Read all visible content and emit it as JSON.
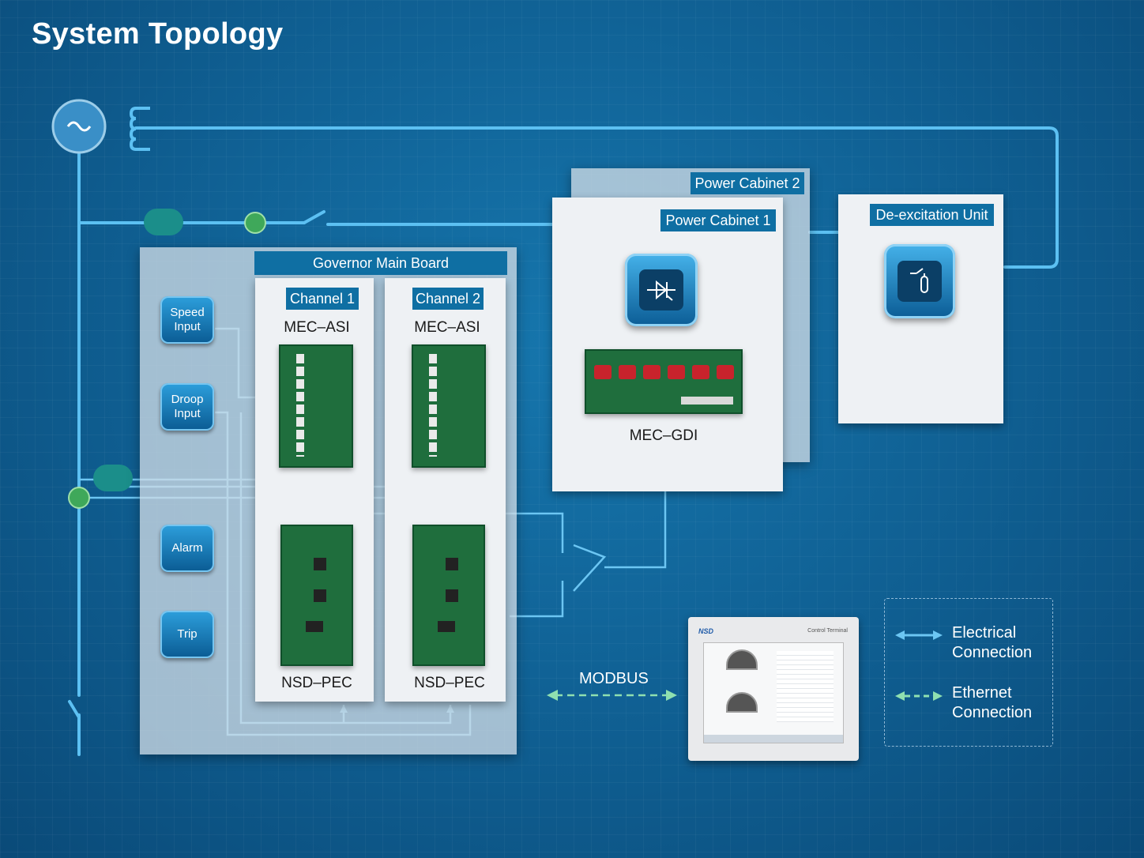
{
  "page": {
    "title": "System Topology"
  },
  "cabinets": {
    "power_cabinet_2": "Power Cabinet 2",
    "power_cabinet_1": "Power Cabinet 1",
    "deexcitation_unit": "De-excitation Unit",
    "board_power": "MEC–GDI"
  },
  "governor": {
    "title": "Governor Main Board",
    "channels": [
      {
        "label": "Channel 1",
        "asi_board": "MEC–ASI",
        "pec_board": "NSD–PEC"
      },
      {
        "label": "Channel 2",
        "asi_board": "MEC–ASI",
        "pec_board": "NSD–PEC"
      }
    ],
    "inputs": [
      {
        "label": "Speed Input"
      },
      {
        "label": "Droop Input"
      },
      {
        "label": "Alarm"
      },
      {
        "label": "Trip"
      }
    ]
  },
  "terminal": {
    "brand": "NSD",
    "title": "Control Terminal"
  },
  "links": {
    "modbus": "MODBUS"
  },
  "legend": {
    "electrical": "Electrical Connection",
    "ethernet": "Ethernet Connection"
  },
  "colors": {
    "background": "#0f5e91",
    "wire": "#5cc0f2",
    "ethernet": "#8fe0b0",
    "tag": "#0f6fa3",
    "panel": "#eef1f4"
  }
}
